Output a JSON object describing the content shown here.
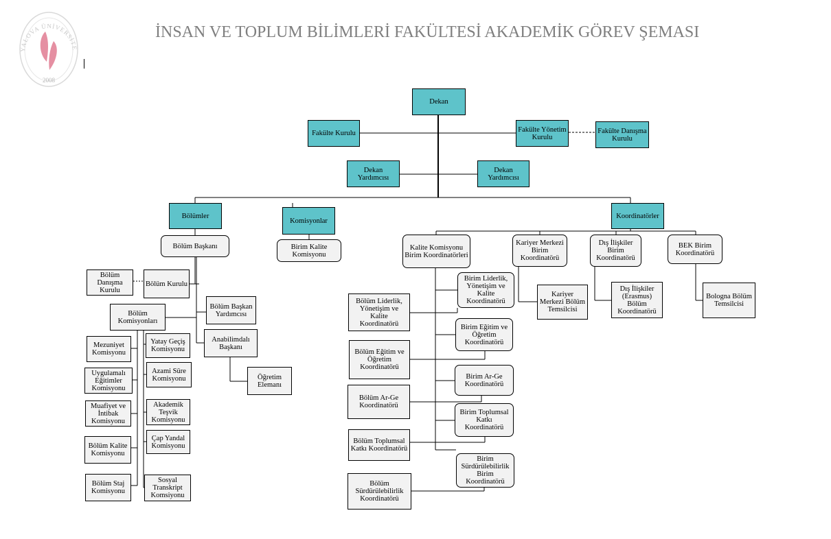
{
  "title": "İNSAN VE TOPLUM BİLİMLERİ FAKÜLTESİ AKADEMİK GÖREV ŞEMASI",
  "logo": {
    "ring_text": "YALOVA ÜNİVERSİTESİ",
    "year": "2008",
    "colors": [
      "#e58fa2",
      "#d9d9d9"
    ]
  },
  "colors": {
    "teal": "#5ec3ca",
    "gray": "#f2f2f2",
    "line": "#000000",
    "title": "#7f7f7f"
  },
  "nodes": {
    "dekan": "Dekan",
    "fakulte_kurulu": "Fakülte Kurulu",
    "fakulte_yonetim_kurulu": "Fakülte Yönetim Kurulu",
    "fakulte_danisma_kurulu": "Fakülte Danışma Kurulu",
    "dekan_yardimcisi_1": "Dekan Yardımcısı",
    "dekan_yardimcisi_2": "Dekan Yardımcısı",
    "bolumler": "Bölümler",
    "komisyonlar": "Komisyonlar",
    "koordinatorler": "Koordinatörler",
    "bolum_baskani": "Bölüm Başkanı",
    "birim_kalite_komisyonu": "Birim Kalite Komisyonu",
    "bolum_danisma_kurulu": "Bölüm Danışma Kurulu",
    "bolum_kurulu": "Bölüm Kurulu",
    "bolum_baskan_yardimcisi": "Bölüm Başkan Yardımcısı",
    "bolum_komisyonlari": "Bölüm Komisyonları",
    "anabilimdali_baskani": "Anabilimdalı Başkanı",
    "ogretim_elemani": "Öğretim Elemanı",
    "mezuniyet_komisyonu": "Mezuniyet Komisyonu",
    "yatay_gecis_komisyonu": "Yatay Geçiş Komisyonu",
    "uygulamali_egitimler_komisyonu": "Uygulamalı Eğitimler Komisyonu",
    "azami_sure_komisyonu": "Azami Süre Komisyonu",
    "muafiyet_intibak_komisyonu": "Muafiyet ve İntibak Komisyonu",
    "akademik_tesvik_komisyonu": "Akademik Teşvik Komisyonu",
    "bolum_kalite_komisyonu": "Bölüm Kalite Komisyonu",
    "cap_yandal_komisyonu": "Çap Yandal Komisyonu",
    "bolum_staj_komisyonu": "Bölüm Staj Komisyonu",
    "sosyal_transkript_komisyonu": "Sosyal Transkript Komsiyonu",
    "kalite_komisyonu_birim_koordinatorleri": "Kalite Komisyonu Birim Koordinatörleri",
    "kariyer_merkezi_birim_koordinatoru": "Kariyer Merkezi Birim Koordinatörü",
    "dis_iliskiler_birim_koordinatoru": "Dış İlişkiler Birim Koordinatörü",
    "bek_birim_koordinatoru": "BEK Birim Koordinatörü",
    "kariyer_merkezi_bolum_temsilcisi": "Kariyer Merkezi Bölüm Temsilcisi",
    "dis_iliskiler_erasmus_bolum_koordinatoru": "Dış İlişkiler (Erasmus) Bölüm Koordinatörü",
    "bologna_bolum_temsilcisi": "Bologna Bölüm Temsilcisi",
    "birim_liderlik_koordinatoru": "Birim Liderlik, Yönetişim ve Kalite Koordinatörü",
    "bolum_liderlik_koordinatoru": "Bölüm Liderlik, Yönetişim ve Kalite Koordinatörü",
    "birim_egitim_koordinatoru": "Birim Eğitim ve Öğretim Koordinatörü",
    "bolum_egitim_koordinatoru": "Bölüm Eğitim ve Öğretim Koordinatörü",
    "birim_arge_koordinatoru": "Birim Ar-Ge Koordinatörü",
    "bolum_arge_koordinatoru": "Bölüm Ar-Ge Koordinatörü",
    "birim_toplumsal_katki_koordinatoru": "Birim Toplumsal Katkı Koordinatörü",
    "bolum_toplumsal_katki_koordinatoru": "Bölüm Toplumsal Katkı Koordinatörü",
    "birim_surdurulebilirlik_koordinatoru": "Birim Sürdürülebilirlik Birim Koordinatörü",
    "bolum_surdurulebilirlik_koordinatoru": "Bölüm Sürdürülebilirlik Koordinatörü"
  }
}
